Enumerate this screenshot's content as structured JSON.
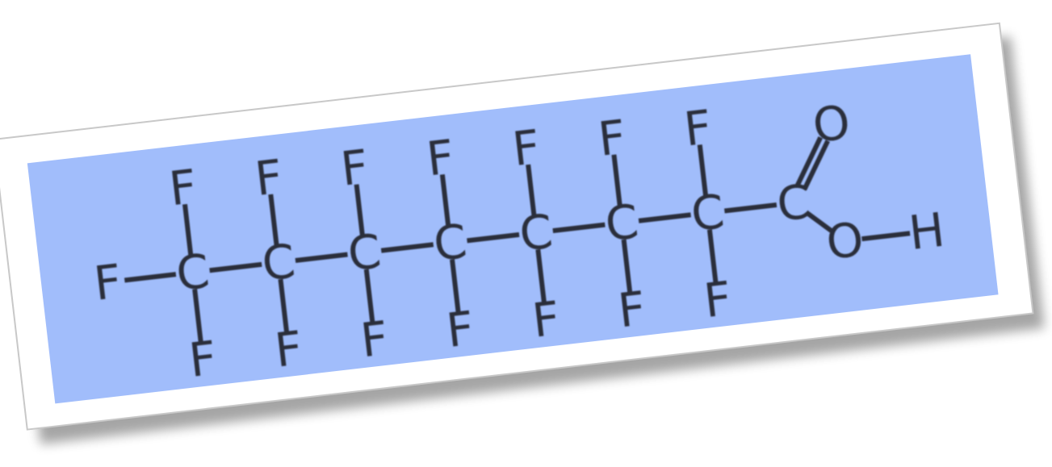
{
  "colors": {
    "card": "#ffffff",
    "card_border": "#c8c8c8",
    "panel": "#a1bdfb",
    "ink": "#2b2f3a"
  },
  "atoms": [
    {
      "id": "f-left-1",
      "label": "F"
    },
    {
      "id": "c-1",
      "label": "C"
    },
    {
      "id": "f-top-1",
      "label": "F"
    },
    {
      "id": "f-bottom-1",
      "label": "F"
    },
    {
      "id": "c-2",
      "label": "C"
    },
    {
      "id": "f-top-2",
      "label": "F"
    },
    {
      "id": "f-bottom-2",
      "label": "F"
    },
    {
      "id": "c-3",
      "label": "C"
    },
    {
      "id": "f-top-3",
      "label": "F"
    },
    {
      "id": "f-bottom-3",
      "label": "F"
    },
    {
      "id": "c-4",
      "label": "C"
    },
    {
      "id": "f-top-4",
      "label": "F"
    },
    {
      "id": "f-bottom-4",
      "label": "F"
    },
    {
      "id": "c-5",
      "label": "C"
    },
    {
      "id": "f-top-5",
      "label": "F"
    },
    {
      "id": "f-bottom-5",
      "label": "F"
    },
    {
      "id": "c-6",
      "label": "C"
    },
    {
      "id": "f-top-6",
      "label": "F"
    },
    {
      "id": "f-bottom-6",
      "label": "F"
    },
    {
      "id": "c-7",
      "label": "C"
    },
    {
      "id": "f-top-7",
      "label": "F"
    },
    {
      "id": "f-bottom-7",
      "label": "F"
    },
    {
      "id": "c-8",
      "label": "C"
    },
    {
      "id": "o-carbonyl",
      "label": "O"
    },
    {
      "id": "o-hydroxyl",
      "label": "O"
    },
    {
      "id": "h-hydroxyl",
      "label": "H"
    }
  ],
  "bonds": [
    {
      "a": "f-left-1",
      "b": "c-1",
      "order": 1
    },
    {
      "a": "c-1",
      "b": "f-top-1",
      "order": 1
    },
    {
      "a": "c-1",
      "b": "f-bottom-1",
      "order": 1
    },
    {
      "a": "c-1",
      "b": "c-2",
      "order": 1
    },
    {
      "a": "c-2",
      "b": "f-top-2",
      "order": 1
    },
    {
      "a": "c-2",
      "b": "f-bottom-2",
      "order": 1
    },
    {
      "a": "c-2",
      "b": "c-3",
      "order": 1
    },
    {
      "a": "c-3",
      "b": "f-top-3",
      "order": 1
    },
    {
      "a": "c-3",
      "b": "f-bottom-3",
      "order": 1
    },
    {
      "a": "c-3",
      "b": "c-4",
      "order": 1
    },
    {
      "a": "c-4",
      "b": "f-top-4",
      "order": 1
    },
    {
      "a": "c-4",
      "b": "f-bottom-4",
      "order": 1
    },
    {
      "a": "c-4",
      "b": "c-5",
      "order": 1
    },
    {
      "a": "c-5",
      "b": "f-top-5",
      "order": 1
    },
    {
      "a": "c-5",
      "b": "f-bottom-5",
      "order": 1
    },
    {
      "a": "c-5",
      "b": "c-6",
      "order": 1
    },
    {
      "a": "c-6",
      "b": "f-top-6",
      "order": 1
    },
    {
      "a": "c-6",
      "b": "f-bottom-6",
      "order": 1
    },
    {
      "a": "c-6",
      "b": "c-7",
      "order": 1
    },
    {
      "a": "c-7",
      "b": "f-top-7",
      "order": 1
    },
    {
      "a": "c-7",
      "b": "f-bottom-7",
      "order": 1
    },
    {
      "a": "c-7",
      "b": "c-8",
      "order": 1
    },
    {
      "a": "c-8",
      "b": "o-carbonyl",
      "order": 2
    },
    {
      "a": "c-8",
      "b": "o-hydroxyl",
      "order": 1
    },
    {
      "a": "o-hydroxyl",
      "b": "h-hydroxyl",
      "order": 1
    }
  ]
}
